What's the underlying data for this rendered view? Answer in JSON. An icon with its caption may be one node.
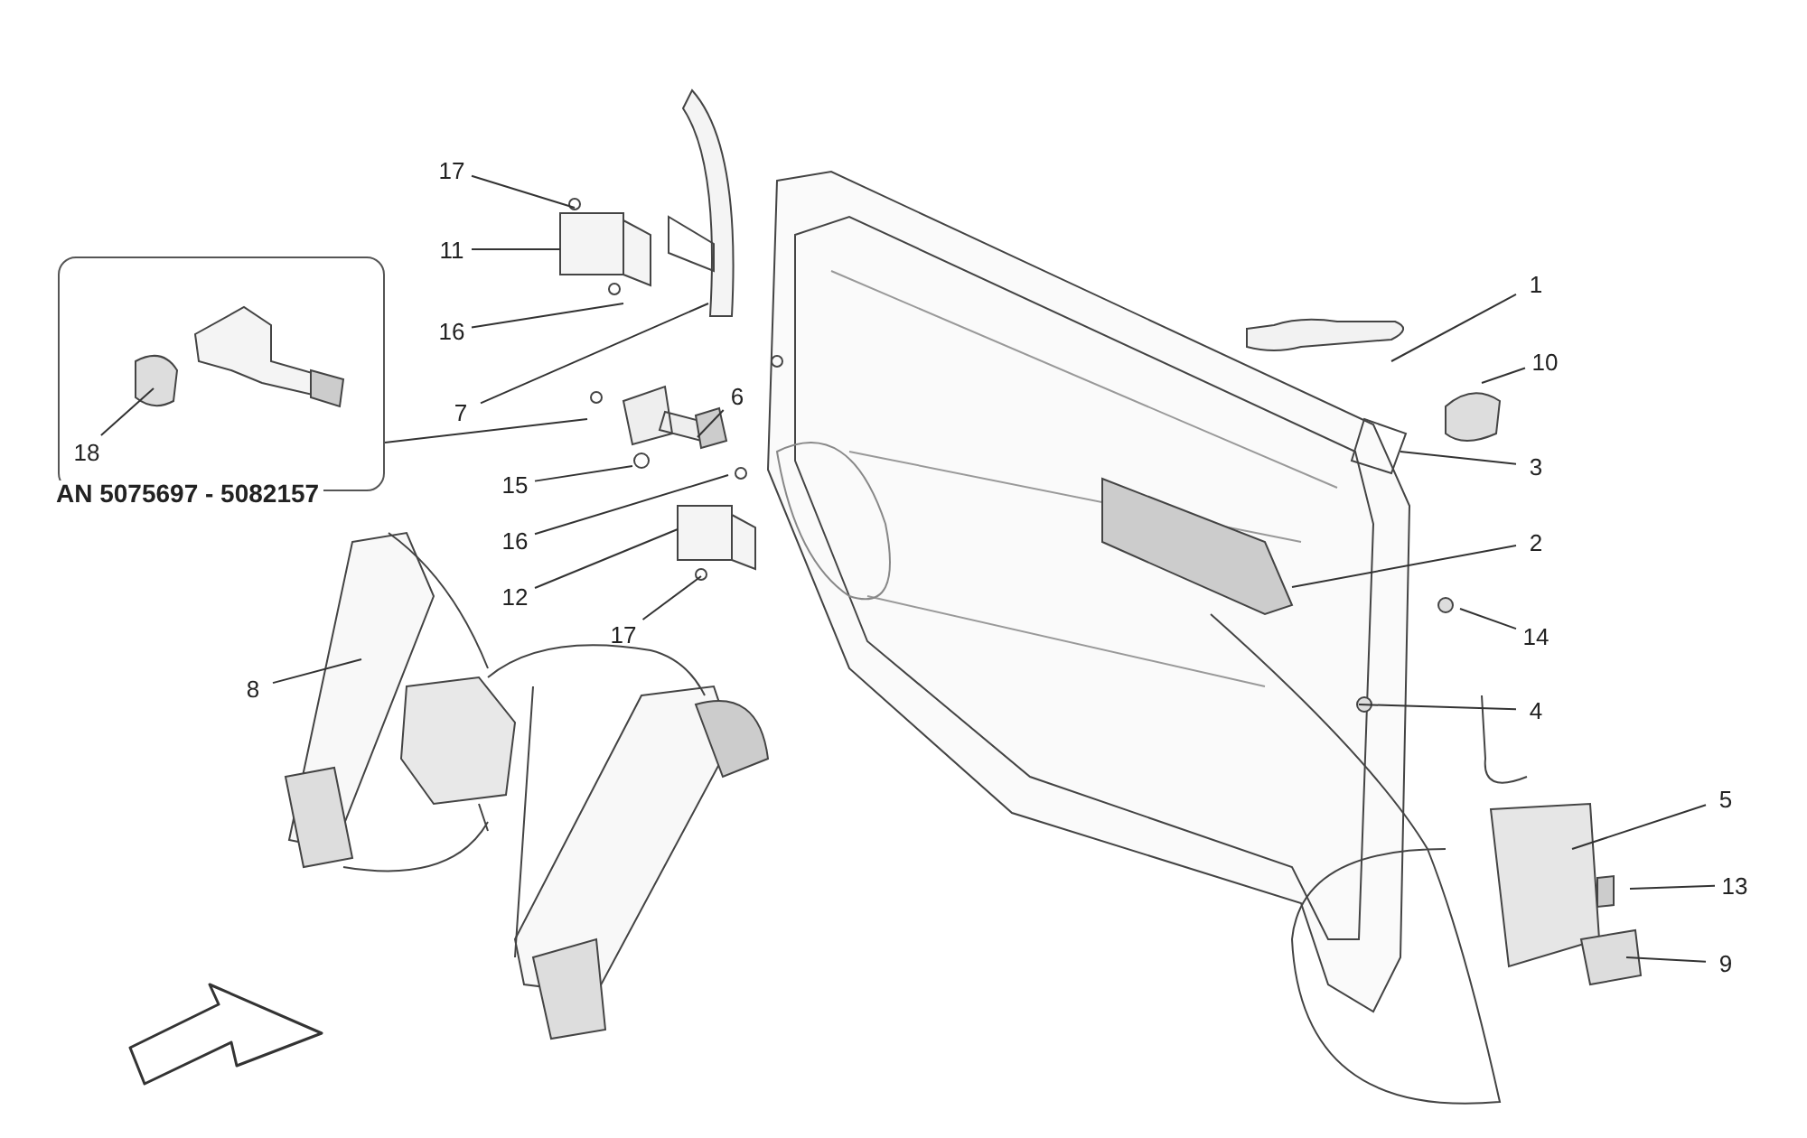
{
  "diagram": {
    "nodes": [
      {
        "text": [
          "AN 5075697 - 5082157"
        ]
      },
      {
        "text": [
          "18"
        ],
        "in": 0
      },
      {
        "text": [
          "17"
        ]
      },
      {
        "text": [
          "11"
        ]
      },
      {
        "text": [
          "16"
        ]
      },
      {
        "text": [
          "7"
        ]
      },
      {
        "text": [
          "6"
        ]
      },
      {
        "text": [
          "15"
        ]
      },
      {
        "text": [
          "16"
        ]
      },
      {
        "text": [
          "12"
        ]
      },
      {
        "text": [
          "17"
        ]
      },
      {
        "text": [
          "8"
        ]
      },
      {
        "text": [
          "1"
        ]
      },
      {
        "text": [
          "10"
        ]
      },
      {
        "text": [
          "3"
        ]
      },
      {
        "text": [
          "2"
        ]
      },
      {
        "text": [
          "14"
        ]
      },
      {
        "text": [
          "4"
        ]
      },
      {
        "text": [
          "5"
        ]
      },
      {
        "text": [
          "13"
        ]
      },
      {
        "text": [
          "9"
        ]
      }
    ],
    "edges": [
      {
        "from": 0,
        "to": null,
        "arrow": "none"
      },
      {
        "from": 1,
        "to": null,
        "arrow": "none"
      },
      {
        "from": 2,
        "to": null,
        "arrow": "none"
      },
      {
        "from": 3,
        "to": null,
        "arrow": "none"
      },
      {
        "from": 4,
        "to": null,
        "arrow": "none"
      },
      {
        "from": 5,
        "to": null,
        "arrow": "none"
      },
      {
        "from": 6,
        "to": null,
        "arrow": "none"
      },
      {
        "from": 7,
        "to": null,
        "arrow": "none"
      },
      {
        "from": 8,
        "to": null,
        "arrow": "none"
      },
      {
        "from": 9,
        "to": null,
        "arrow": "none"
      },
      {
        "from": 10,
        "to": null,
        "arrow": "none"
      },
      {
        "from": 11,
        "to": null,
        "arrow": "none"
      },
      {
        "from": 12,
        "to": null,
        "arrow": "none"
      },
      {
        "from": 13,
        "to": null,
        "arrow": "none"
      },
      {
        "from": 14,
        "to": null,
        "arrow": "none"
      },
      {
        "from": 15,
        "to": null,
        "arrow": "none"
      },
      {
        "from": 16,
        "to": null,
        "arrow": "none"
      },
      {
        "from": 17,
        "to": null,
        "arrow": "none"
      },
      {
        "from": 18,
        "to": null,
        "arrow": "none"
      },
      {
        "from": 19,
        "to": null,
        "arrow": "none"
      },
      {
        "from": 20,
        "to": null,
        "arrow": "none"
      }
    ]
  }
}
